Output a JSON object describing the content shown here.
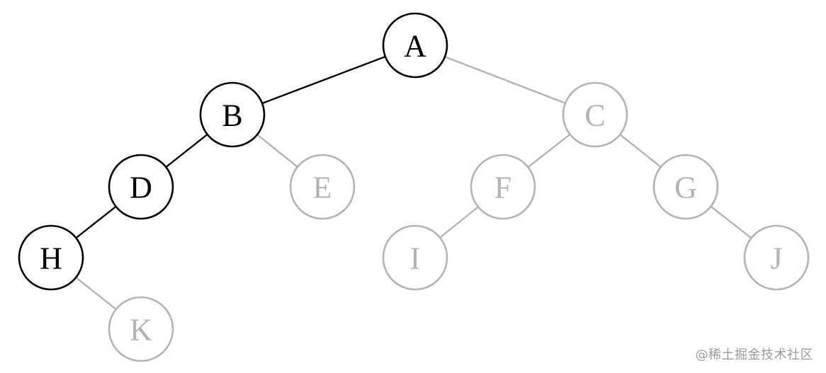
{
  "diagram": {
    "colors": {
      "highlight": "#000000",
      "muted": "#b3b3b3",
      "background": "#ffffff"
    },
    "nodes": [
      {
        "id": "A",
        "label": "A",
        "highlighted": true
      },
      {
        "id": "B",
        "label": "B",
        "highlighted": true
      },
      {
        "id": "C",
        "label": "C",
        "highlighted": false
      },
      {
        "id": "D",
        "label": "D",
        "highlighted": true
      },
      {
        "id": "E",
        "label": "E",
        "highlighted": false
      },
      {
        "id": "F",
        "label": "F",
        "highlighted": false
      },
      {
        "id": "G",
        "label": "G",
        "highlighted": false
      },
      {
        "id": "H",
        "label": "H",
        "highlighted": true
      },
      {
        "id": "I",
        "label": "I",
        "highlighted": false
      },
      {
        "id": "J",
        "label": "J",
        "highlighted": false
      },
      {
        "id": "K",
        "label": "K",
        "highlighted": false
      }
    ],
    "edges": [
      {
        "from": "A",
        "to": "B",
        "highlighted": true
      },
      {
        "from": "A",
        "to": "C",
        "highlighted": false
      },
      {
        "from": "B",
        "to": "D",
        "highlighted": true
      },
      {
        "from": "B",
        "to": "E",
        "highlighted": false
      },
      {
        "from": "C",
        "to": "F",
        "highlighted": false
      },
      {
        "from": "C",
        "to": "G",
        "highlighted": false
      },
      {
        "from": "D",
        "to": "H",
        "highlighted": true
      },
      {
        "from": "F",
        "to": "I",
        "highlighted": false
      },
      {
        "from": "G",
        "to": "J",
        "highlighted": false
      },
      {
        "from": "H",
        "to": "K",
        "highlighted": false
      }
    ]
  },
  "watermark": {
    "text": "@稀土掘金技术社区"
  }
}
